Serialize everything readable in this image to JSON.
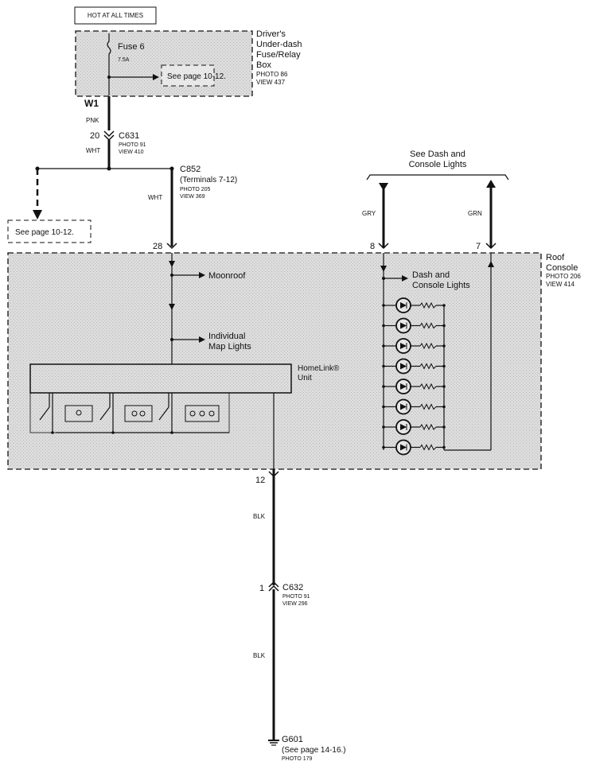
{
  "header": {
    "hot_label": "HOT AT ALL TIMES"
  },
  "fuse_box": {
    "fuse_label": "Fuse 6",
    "fuse_rating": "7.5A",
    "ref_page": "See page 10-12.",
    "name_line1": "Driver's",
    "name_line2": "Under-dash",
    "name_line3": "Fuse/Relay",
    "name_line4": "Box",
    "photo": "PHOTO 86",
    "view": "VIEW 437"
  },
  "w1": {
    "terminal": "W1",
    "wire_color": "PNK"
  },
  "c631": {
    "pin": "20",
    "name": "C631",
    "photo": "PHOTO 91",
    "view": "VIEW 410",
    "wire_color": "WHT"
  },
  "left_branch": {
    "ref_page": "See page 10-12."
  },
  "c852": {
    "name": "C852",
    "terminals": "(Terminals 7-12)",
    "photo": "PHOTO 205",
    "view": "VIEW 369",
    "wire_color": "WHT",
    "pin": "28"
  },
  "dash_ref": {
    "line1": "See Dash and",
    "line2": "Console Lights"
  },
  "gry_wire": {
    "color": "GRY",
    "pin": "8"
  },
  "grn_wire": {
    "color": "GRN",
    "pin": "7"
  },
  "roof_console": {
    "name_line1": "Roof",
    "name_line2": "Console",
    "photo": "PHOTO 206",
    "view": "VIEW 414",
    "moonroof": "Moonroof",
    "map_line1": "Individual",
    "map_line2": "Map Lights",
    "homelink_line1": "HomeLink®",
    "homelink_line2": "Unit",
    "dash_line1": "Dash and",
    "dash_line2": "Console Lights",
    "led_count": 8
  },
  "c632": {
    "upper_pin": "12",
    "wire_color_upper": "BLK",
    "pin": "1",
    "name": "C632",
    "photo": "PHOTO 91",
    "view": "VIEW 296",
    "wire_color_lower": "BLK"
  },
  "g601": {
    "name": "G601",
    "ref": "(See page 14-16.)",
    "photo": "PHOTO 179"
  },
  "colors": {
    "line": "#111111",
    "component_fill": "#d6d6d6",
    "paper": "#ffffff"
  }
}
